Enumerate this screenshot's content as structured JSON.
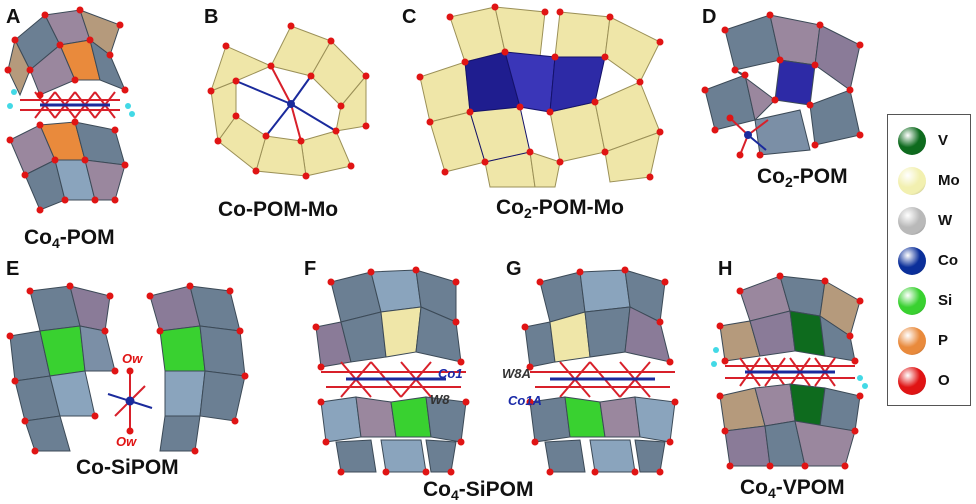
{
  "panels": [
    {
      "letter": "A",
      "caption_main": "Co",
      "caption_sub": "4",
      "caption_rest": "-POM"
    },
    {
      "letter": "B",
      "caption_main": "Co-POM-Mo",
      "caption_sub": "",
      "caption_rest": ""
    },
    {
      "letter": "C",
      "caption_main": "Co",
      "caption_sub": "2",
      "caption_rest": "-POM-Mo"
    },
    {
      "letter": "D",
      "caption_main": "Co",
      "caption_sub": "2",
      "caption_rest": "-POM"
    },
    {
      "letter": "E",
      "caption_main": "Co-SiPOM",
      "caption_sub": "",
      "caption_rest": ""
    },
    {
      "letter": "F",
      "caption_main": "Co",
      "caption_sub": "4",
      "caption_rest": "-SiPOM"
    },
    {
      "letter": "G",
      "caption_main": "",
      "caption_sub": "",
      "caption_rest": ""
    },
    {
      "letter": "H",
      "caption_main": "Co",
      "caption_sub": "4",
      "caption_rest": "-VPOM"
    }
  ],
  "atom_labels": {
    "e_ow_top": "Ow",
    "e_ow_bottom": "Ow",
    "f_co1": "Co1",
    "f_w8": "W8",
    "g_w8a": "W8A",
    "g_co1a": "Co1A"
  },
  "legend": [
    {
      "label": "V",
      "color": "#0e6b1e"
    },
    {
      "label": "Mo",
      "color": "#f2f0b0"
    },
    {
      "label": "W",
      "color": "#b9b9b9"
    },
    {
      "label": "Co",
      "color": "#0b2f9a"
    },
    {
      "label": "Si",
      "color": "#39d130"
    },
    {
      "label": "P",
      "color": "#e98a3c"
    },
    {
      "label": "O",
      "color": "#e01414"
    }
  ],
  "colors": {
    "steel_polyhedra": "#6b7f93",
    "mauve_polyhedra": "#9a879e",
    "tan_polyhedra": "#b59a7c",
    "mo_polyhedra": "#efe6a8",
    "co_polyhedra": "#26238f",
    "oxygen": "#e01414",
    "bond_red": "#d8202a",
    "cobalt": "#1a2a9c",
    "water_h": "#42d9e6",
    "label_blue": "#1a2aa8",
    "label_red": "#e01414"
  }
}
